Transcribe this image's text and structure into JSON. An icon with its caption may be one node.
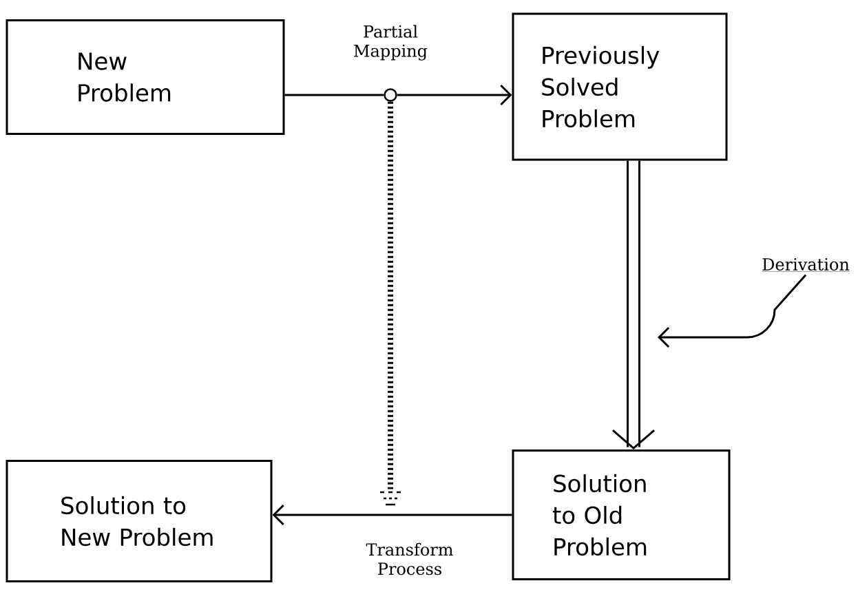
{
  "diagram": {
    "nodes": [
      {
        "text": [
          "New Problem"
        ]
      },
      {
        "text": [
          "Previously Solved Problem"
        ]
      },
      {
        "text": [
          "Solution to Old Problem"
        ]
      },
      {
        "text": [
          "Solution to New Problem"
        ]
      },
      {
        "text": [
          "Derivation"
        ]
      },
      {
        "text": [],
        "shape": "circle"
      },
      {
        "text": [],
        "shape": "ground"
      }
    ],
    "edges": [
      {
        "from": 0,
        "to": 5,
        "arrow": "none",
        "label": "Partial Mapping"
      },
      {
        "from": 5,
        "to": 1,
        "arrow": "to"
      },
      {
        "from": 1,
        "to": 2,
        "arrow": "to",
        "style": "thick"
      },
      {
        "from": 2,
        "to": 3,
        "arrow": "to",
        "label": "Transform Process"
      },
      {
        "from": 4,
        "to": null,
        "arrow": "to"
      },
      {
        "from": 5,
        "to": 6,
        "arrow": "none",
        "style": "dashed"
      }
    ]
  }
}
